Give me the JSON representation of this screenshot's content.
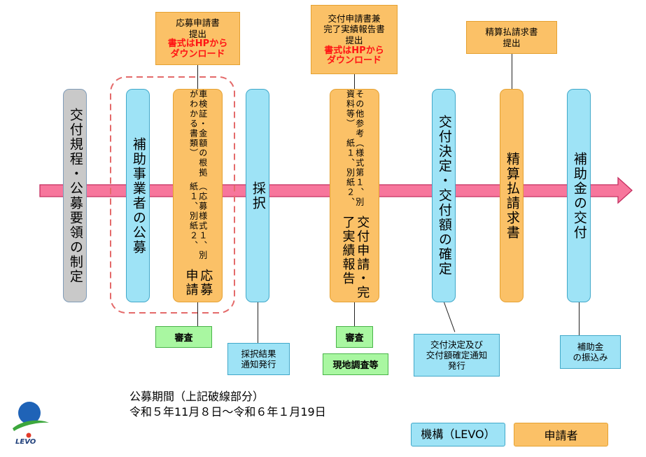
{
  "colors": {
    "arrow": "#f7769c",
    "agency": "#9ee3f6",
    "applicant": "#fbc167",
    "dashed": "#e46a6a",
    "green": "#a9f7a1"
  },
  "steps": {
    "kofu_kitei": "交付規程・公募要領の制定",
    "hojo_koubo": "補助事業者の公募",
    "oubo_main": "応募申請",
    "oubo_sub": "（応募様式１、別紙１、別紙２、",
    "oubo_sub2": "車検証・金額の根拠がわかる書類）",
    "saitaku": "採択",
    "kofu_main": "交付申請・完了実績報告",
    "kofu_sub": "（様式第１、別紙１、別紙２、",
    "kofu_sub2": "その他参考資料等）",
    "kettei": "交付決定・交付額の確定",
    "seisan": "精算払請求書",
    "kofu_fu": "補助金の交付"
  },
  "notes": {
    "note1_l1": "応募申請書",
    "note1_l2": "提出",
    "note1_r1": "書式はHPから",
    "note1_r2": "ダウンロード",
    "note2_l1": "交付申請書兼",
    "note2_l2": "完了実績報告書",
    "note2_l3": "提出",
    "note2_r1": "書式はHPから",
    "note2_r2": "ダウンロード",
    "note3_l1": "精算払請求書",
    "note3_l2": "提出"
  },
  "bottom": {
    "shinsa1": "審査",
    "saitaku_kekka_l1": "採択結果",
    "saitaku_kekka_l2": "通知発行",
    "shinsa2": "審査",
    "genchi": "現地調査等",
    "kettei_l1": "交付決定及び",
    "kettei_l2": "交付額確定通知",
    "kettei_l3": "発行",
    "furikomi_l1": "補助金",
    "furikomi_l2": "の振込み"
  },
  "period": {
    "line1": "公募期間（上記破線部分）",
    "line2": "令和５年11月８日～令和６年１月19日"
  },
  "legend": {
    "agency": "機構（LEVO）",
    "applicant": "申請者"
  },
  "logo": {
    "text": "LEVO"
  }
}
